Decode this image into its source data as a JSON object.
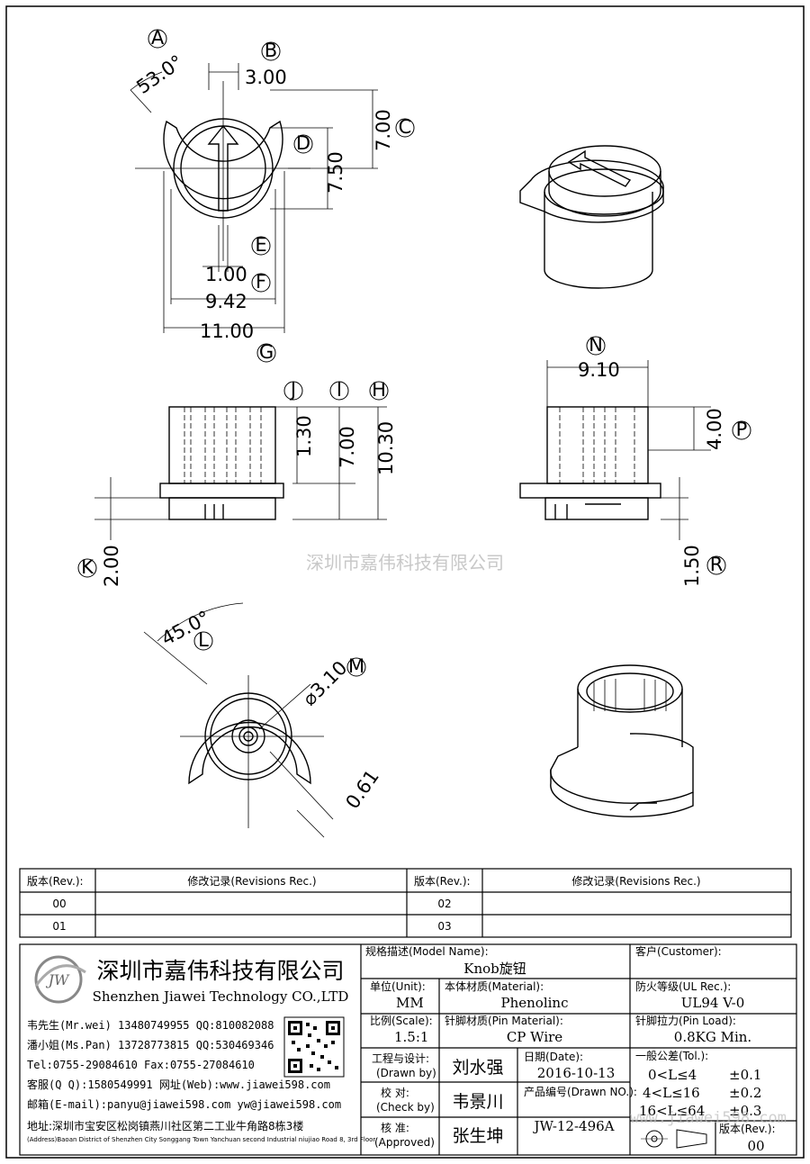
{
  "watermark": "深圳市嘉伟科技有限公司",
  "watermark_url": "www.jiawei598.com",
  "dimensions": {
    "A": {
      "letter": "A",
      "value": "53.0°"
    },
    "B": {
      "letter": "B",
      "value": "3.00"
    },
    "C": {
      "letter": "C",
      "value": "7.00"
    },
    "D": {
      "letter": "D",
      "value": "7.50"
    },
    "E": {
      "letter": "E",
      "value": "1.00"
    },
    "F": {
      "letter": "F",
      "value": "9.42"
    },
    "G": {
      "letter": "G",
      "value": "11.00"
    },
    "H": {
      "letter": "H",
      "value": "10.30"
    },
    "I": {
      "letter": "I",
      "value": "7.00"
    },
    "J": {
      "letter": "J",
      "value": "1.30"
    },
    "K": {
      "letter": "K",
      "value": "2.00"
    },
    "L": {
      "letter": "L",
      "value": "45.0°"
    },
    "M": {
      "letter": "M",
      "value": "⌀3.10"
    },
    "N": {
      "letter": "N",
      "value": "9.10"
    },
    "P": {
      "letter": "P",
      "value": "4.00"
    },
    "R": {
      "letter": "R",
      "value": "1.50"
    },
    "unlabeled": {
      "value": "0.61"
    }
  },
  "revisions": {
    "header_rev": "版本(Rev.):",
    "header_rec": "修改记录(Revisions Rec.)",
    "rows_left": [
      "00",
      "01"
    ],
    "rows_right": [
      "02",
      "03"
    ]
  },
  "company": {
    "name_cn": "深圳市嘉伟科技有限公司",
    "name_en": "Shenzhen Jiawei Technology CO.,LTD",
    "logo_text": "JW",
    "contacts": [
      "韦先生(Mr.wei) 13480749955 QQ:810082088",
      "潘小姐(Ms.Pan) 13728773815 QQ:530469346",
      "Tel:0755-29084610      Fax:0755-27084610",
      "客服(Q Q):1580549991    网址(Web):www.jiawei598.com",
      "邮箱(E-mail):panyu@jiawei598.com  yw@jiawei598.com"
    ],
    "address_cn": "地址:深圳市宝安区松岗镇燕川社区第二工业牛角路8栋3楼",
    "address_en": "(Address)Baoan District of Shenzhen City Songgang Town Yanchuan  second Industrial niujiao Road 8, 3rd Floor"
  },
  "title_block": {
    "model_label": "规格描述(Model Name):",
    "model_value": "Knob旋钮",
    "customer_label": "客户(Customer):",
    "customer_value": "",
    "unit_label": "单位(Unit):",
    "unit_value": "MM",
    "material_label": "本体材质(Material):",
    "material_value": "Phenolinc",
    "ul_label": "防火等级(UL Rec.):",
    "ul_value": "UL94 V-0",
    "scale_label": "比例(Scale):",
    "scale_value": "1.5:1",
    "pin_material_label": "针脚材质(Pin Material):",
    "pin_material_value": "CP Wire",
    "pin_load_label": "针脚拉力(Pin Load):",
    "pin_load_value": "0.8KG Min.",
    "drawn_label_cn": "工程与设计:",
    "drawn_label_en": "(Drawn by)",
    "drawn_value": "刘水强",
    "date_label": "日期(Date):",
    "date_value": "2016-10-13",
    "check_label_cn": "校  对:",
    "check_label_en": "(Check by)",
    "check_value": "韦景川",
    "drawn_no_label": "产品编号(Drawn NO.):",
    "drawn_no_value": "JW-12-496A",
    "approved_label_cn": "核  准:",
    "approved_label_en": "(Approved)",
    "approved_value": "张生坤",
    "tol_label": "一般公差(Tol.):",
    "tol_rows": [
      {
        "range": "0<L≤4",
        "value": "±0.1"
      },
      {
        "range": "4<L≤16",
        "value": "±0.2"
      },
      {
        "range": "16<L≤64",
        "value": "±0.3"
      }
    ],
    "rev_label": "版本(Rev.):",
    "rev_value": "00"
  }
}
